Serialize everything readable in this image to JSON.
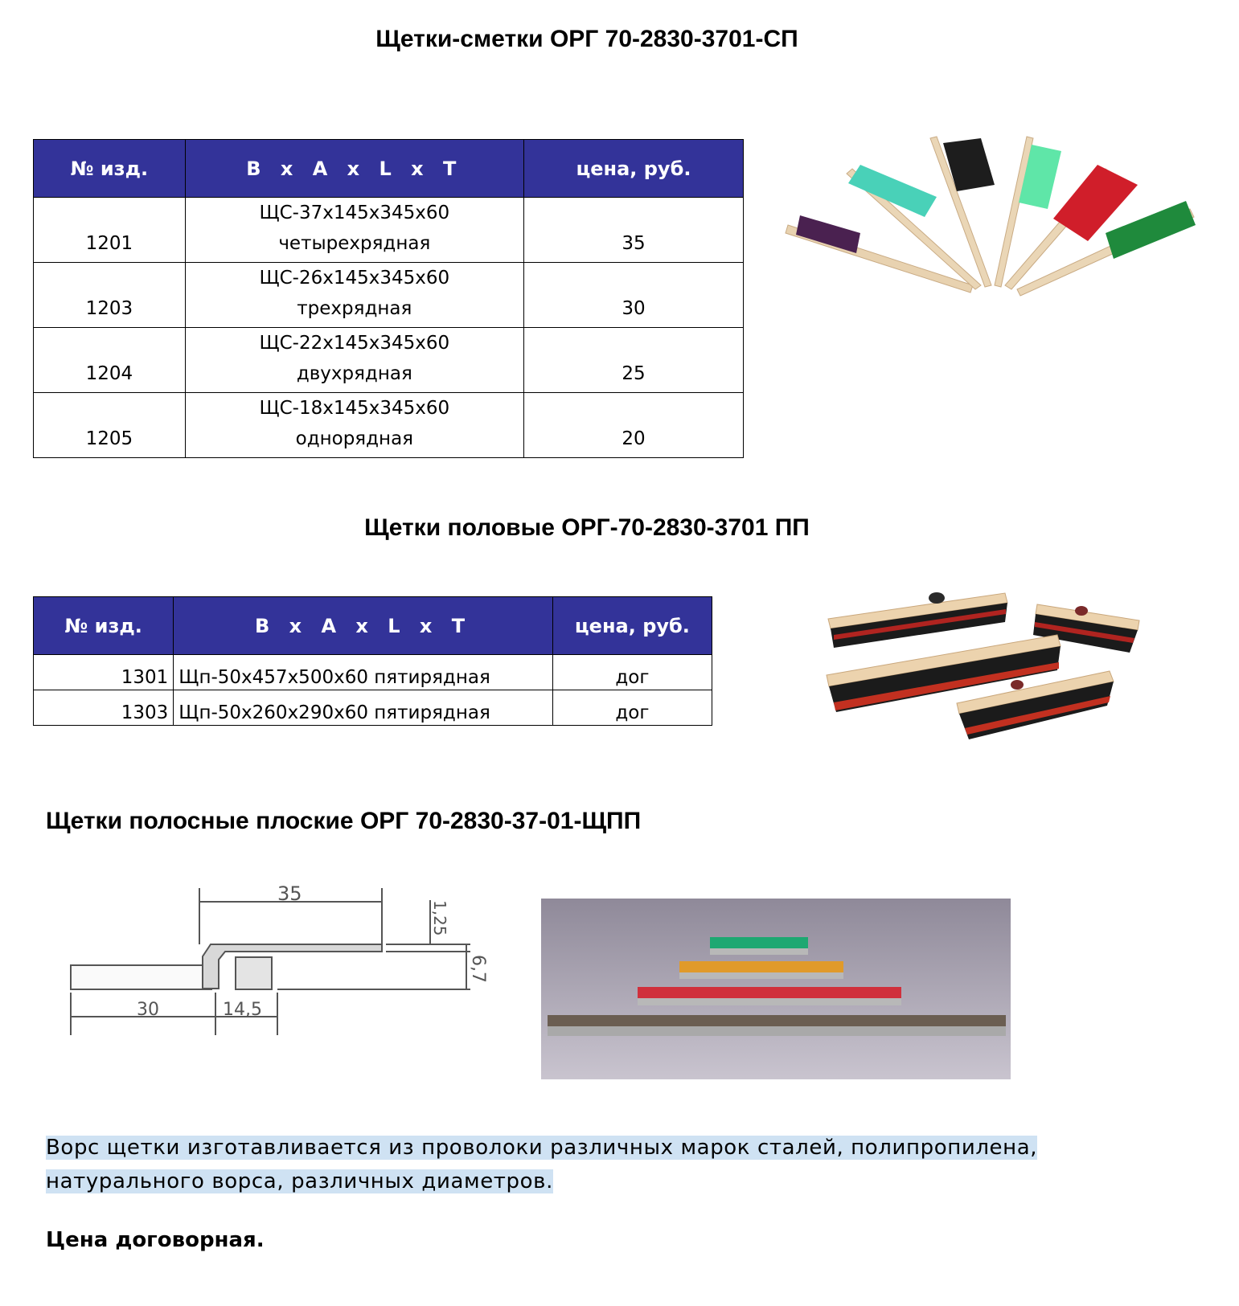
{
  "section1": {
    "title": "Щетки-сметки ОРГ 70-2830-3701-СП",
    "headers": [
      "№ изд.",
      "B x A x L x T",
      "цена, руб."
    ],
    "rows": [
      {
        "id": "1201",
        "dims": "ЩС-37х145х345х60",
        "desc": "четырехрядная",
        "price": "35"
      },
      {
        "id": "1203",
        "dims": "ЩС-26х145х345х60",
        "desc": "трехрядная",
        "price": "30"
      },
      {
        "id": "1204",
        "dims": "ЩС-22х145х345х60",
        "desc": "двухрядная",
        "price": "25"
      },
      {
        "id": "1205",
        "dims": "ЩС-18х145х345х60",
        "desc": "однорядная",
        "price": "20"
      }
    ]
  },
  "section2": {
    "title": "Щетки половые ОРГ-70-2830-3701 ПП",
    "headers": [
      "№ изд.",
      "B x A x L x T",
      "цена, руб."
    ],
    "rows": [
      {
        "id": "1301",
        "desc": "Щп-50х457х500х60 пятирядная",
        "price": "дог"
      },
      {
        "id": "1303",
        "desc": "Щп-50х260х290х60 пятирядная",
        "price": "дог"
      }
    ]
  },
  "section3": {
    "title": "Щетки полосные плоские ОРГ 70-2830-37-01-ЩПП",
    "drawing": {
      "dim_top": "35",
      "dim_right_small": "1,25",
      "dim_right": "6,7",
      "dim_left": "30",
      "dim_mid": "14,5"
    }
  },
  "description_lines": [
    "Ворс щетки изготавливается из проволоки различных марок сталей, полипропилена,",
    "натурального ворса, различных диаметров."
  ],
  "price_note": "Цена договорная.",
  "colors": {
    "table_header": "#333399",
    "highlight": "#cfe2f3"
  }
}
